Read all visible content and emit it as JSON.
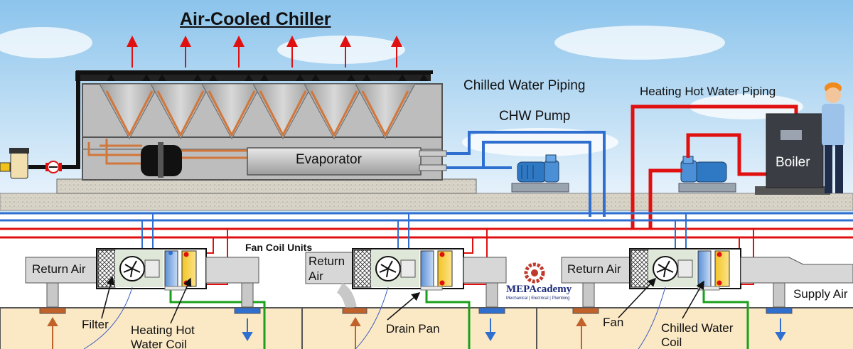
{
  "diagram": {
    "title": "Air-Cooled Chiller",
    "labels": {
      "chilled_water_piping": "Chilled Water Piping",
      "chw_pump": "CHW Pump",
      "heating_hot_water_piping": "Heating Hot Water Piping",
      "evaporator": "Evaporator",
      "boiler": "Boiler",
      "fan_coil_units": "Fan Coil Units",
      "return_air_1": "Return Air",
      "return_air_2": "Return\nAir",
      "return_air_3": "Return Air",
      "supply_air": "Supply Air",
      "filter": "Filter",
      "heating_hot_water_coil": "Heating Hot\nWater Coil",
      "drain_pan": "Drain Pan",
      "fan": "Fan",
      "chilled_water_coil": "Chilled Water\nCoil"
    },
    "logo": {
      "name": "MEPAcademy",
      "tagline": "Mechanical | Electrical | Plumbing"
    },
    "colors": {
      "chilled_water": "#2f6fd0",
      "hot_water": "#e01010",
      "condensate": "#1aa01a",
      "refrigerant": "#d2773a",
      "sky": "#cfe6f7",
      "room": "#fbe9c6"
    }
  }
}
